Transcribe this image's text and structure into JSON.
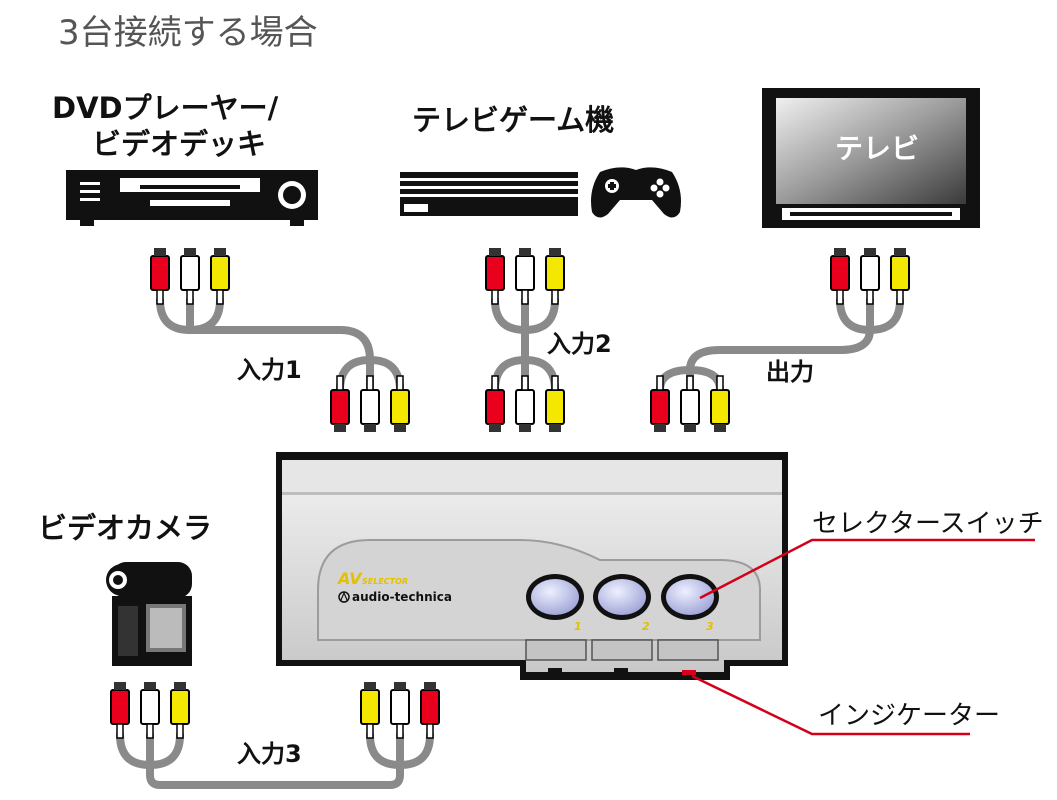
{
  "title": "3台接続する場合",
  "devices": {
    "dvd": {
      "label_line1": "DVDプレーヤー/",
      "label_line2": "ビデオデッキ"
    },
    "game": {
      "label": "テレビゲーム機"
    },
    "tv": {
      "label": "テレビ",
      "screen_text": "テレビ"
    },
    "camera": {
      "label": "ビデオカメラ"
    }
  },
  "connections": {
    "input1": "入力1",
    "input2": "入力2",
    "output": "出力",
    "input3": "入力3"
  },
  "selector": {
    "brand_top": "AV",
    "brand_sub": "SELECTOR",
    "maker": "audio-technica",
    "buttons": [
      "1",
      "2",
      "3"
    ]
  },
  "callouts": {
    "selector_switch": "セレクタースイッチ",
    "indicator": "インジケーター"
  },
  "colors": {
    "plug_red": "#e8001c",
    "plug_white": "#ffffff",
    "plug_yellow": "#f5e800",
    "cable": "#8a8a8a",
    "callout_line": "#d4001a",
    "button": "#b9bde8"
  }
}
